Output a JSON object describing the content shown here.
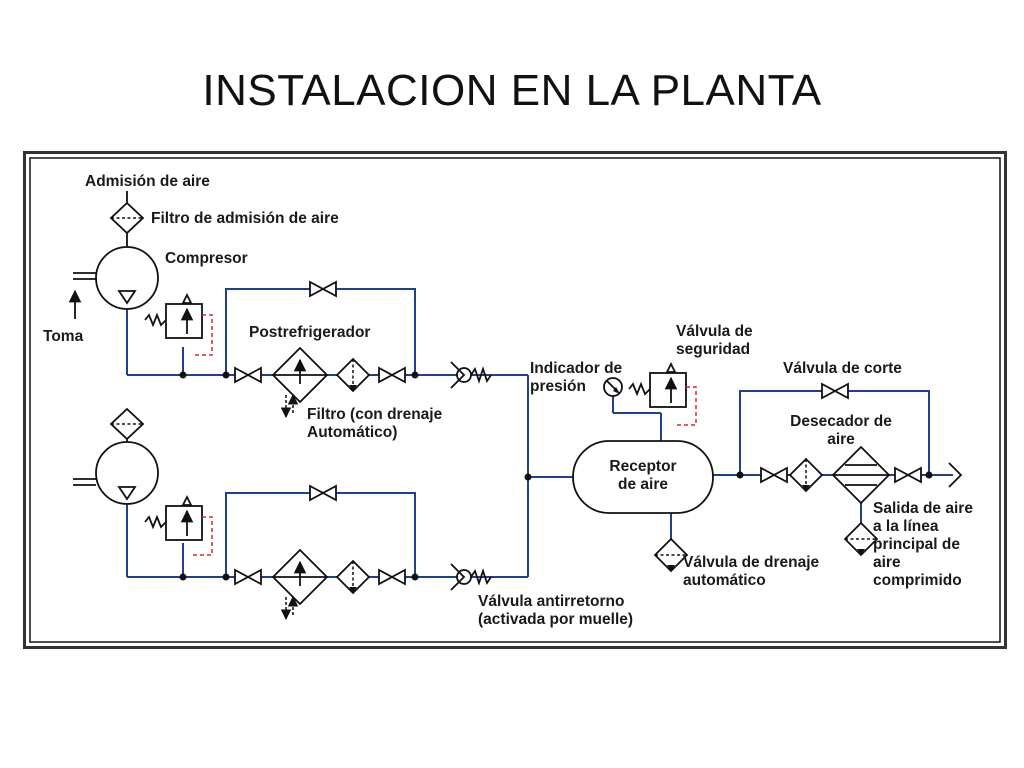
{
  "title": "INSTALACION EN LA PLANTA",
  "diagram": {
    "labels": {
      "air_intake": "Admisión de aire",
      "intake_filter": "Filtro de admisión de aire",
      "compressor": "Compresor",
      "intake": "Toma",
      "aftercooler": "Postrefrigerador",
      "filter_line1": "Filtro (con drenaje",
      "filter_line2": "Automático)",
      "pressure_gauge_line1": "Indicador de",
      "pressure_gauge_line2": "presión",
      "safety_valve_line1": "Válvula de",
      "safety_valve_line2": "seguridad",
      "shutoff_valve": "Válvula de corte",
      "dryer_line1": "Desecador de",
      "dryer_line2": "aire",
      "receiver_line1": "Receptor",
      "receiver_line2": "de aire",
      "outlet_line1": "Salida de aire",
      "outlet_line2": "a la línea",
      "outlet_line3": "principal de",
      "outlet_line4": "aire",
      "outlet_line5": "comprimido",
      "drain_valve_line1": "Válvula de drenaje",
      "drain_valve_line2": "automático",
      "check_valve_line1": "Válvula antirretorno",
      "check_valve_line2": "(activada por muelle)"
    },
    "colors": {
      "pipe": "#1f3f8f",
      "pilot_line": "#d62828",
      "frame_outer": "#333333",
      "symbol": "#111111"
    }
  }
}
